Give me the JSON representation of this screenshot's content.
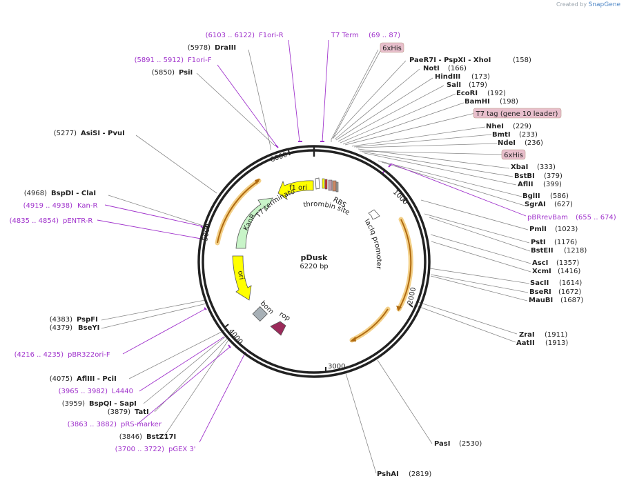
{
  "branding": {
    "prefix": "Created by",
    "name": "SnapGene"
  },
  "plasmid": {
    "name": "pDusk",
    "length": "6220 bp"
  },
  "ticks": [
    "1000",
    "2000",
    "3000",
    "4000",
    "5000",
    "6000"
  ],
  "enzymes": [
    {
      "name": "DraIII",
      "pos": "(5978)"
    },
    {
      "name": "PsiI",
      "pos": "(5850)"
    },
    {
      "name": "AsiSI  - PvuI",
      "pos": "(5277)"
    },
    {
      "name": "BspDI  - ClaI",
      "pos": "(4968)"
    },
    {
      "name": "PaeR7I  - PspXI  - XhoI",
      "pos": "(158)"
    },
    {
      "name": "NotI",
      "pos": "(166)"
    },
    {
      "name": "HindIII",
      "pos": "(173)"
    },
    {
      "name": "SalI",
      "pos": "(179)"
    },
    {
      "name": "EcoRI",
      "pos": "(192)"
    },
    {
      "name": "BamHI",
      "pos": "(198)"
    },
    {
      "name": "NheI",
      "pos": "(229)"
    },
    {
      "name": "BmtI",
      "pos": "(233)"
    },
    {
      "name": "NdeI",
      "pos": "(236)"
    },
    {
      "name": "XbaI",
      "pos": "(333)"
    },
    {
      "name": "BstBI",
      "pos": "(379)"
    },
    {
      "name": "AflII",
      "pos": "(399)"
    },
    {
      "name": "BglII",
      "pos": "(586)"
    },
    {
      "name": "SgrAI",
      "pos": "(627)"
    },
    {
      "name": "PmlI",
      "pos": "(1023)"
    },
    {
      "name": "PstI",
      "pos": "(1176)"
    },
    {
      "name": "BstEII",
      "pos": "(1218)"
    },
    {
      "name": "AscI",
      "pos": "(1357)"
    },
    {
      "name": "XcmI",
      "pos": "(1416)"
    },
    {
      "name": "SacII",
      "pos": "(1614)"
    },
    {
      "name": "BseRI",
      "pos": "(1672)"
    },
    {
      "name": "MauBI",
      "pos": "(1687)"
    },
    {
      "name": "ZraI",
      "pos": "(1911)"
    },
    {
      "name": "AatII",
      "pos": "(1913)"
    },
    {
      "name": "PasI",
      "pos": "(2530)"
    },
    {
      "name": "PshAI",
      "pos": "(2819)"
    },
    {
      "name": "PspFI",
      "pos": "(4383)"
    },
    {
      "name": "BseYI",
      "pos": "(4379)"
    },
    {
      "name": "AflIII  - PciI",
      "pos": "(4075)"
    },
    {
      "name": "BspQI  - SapI",
      "pos": "(3959)"
    },
    {
      "name": "TatI",
      "pos": "(3879)"
    },
    {
      "name": "BstZ17I",
      "pos": "(3846)"
    }
  ],
  "primers": [
    {
      "name": "F1ori-R",
      "range": "(6103 .. 6122)"
    },
    {
      "name": "T7 Term",
      "range": "(69 .. 87)"
    },
    {
      "name": "F1ori-F",
      "range": "(5891 .. 5912)"
    },
    {
      "name": "Kan-R",
      "range": "(4919 .. 4938)"
    },
    {
      "name": "pENTR-R",
      "range": "(4835 .. 4854)"
    },
    {
      "name": "pBRrevBam",
      "range": "(655 .. 674)"
    },
    {
      "name": "pBR322ori-F",
      "range": "(4216 .. 4235)"
    },
    {
      "name": "L4440",
      "range": "(3965 .. 3982)"
    },
    {
      "name": "pRS-marker",
      "range": "(3863 .. 3882)"
    },
    {
      "name": "pGEX 3'",
      "range": "(3700 .. 3722)"
    }
  ],
  "tag_features": [
    "6xHis",
    "T7 tag (gene 10 leader)",
    "6xHis"
  ],
  "features": [
    "f1 ori",
    "T7 terminator",
    "RBS",
    "thrombin site",
    "lacIq promoter",
    "KanR",
    "ori",
    "bom",
    "rop"
  ],
  "colors": {
    "primer": "#a033cc",
    "tag_fill": "#e8bfcc",
    "yellow_feature": "#ffff00",
    "kanr": "#c8f4c8",
    "rop": "#9b2a5a",
    "bom": "#a7b0b6",
    "orf_arc": "#b06a10",
    "orf_glow": "#f3d088",
    "backbone": "#222222"
  }
}
